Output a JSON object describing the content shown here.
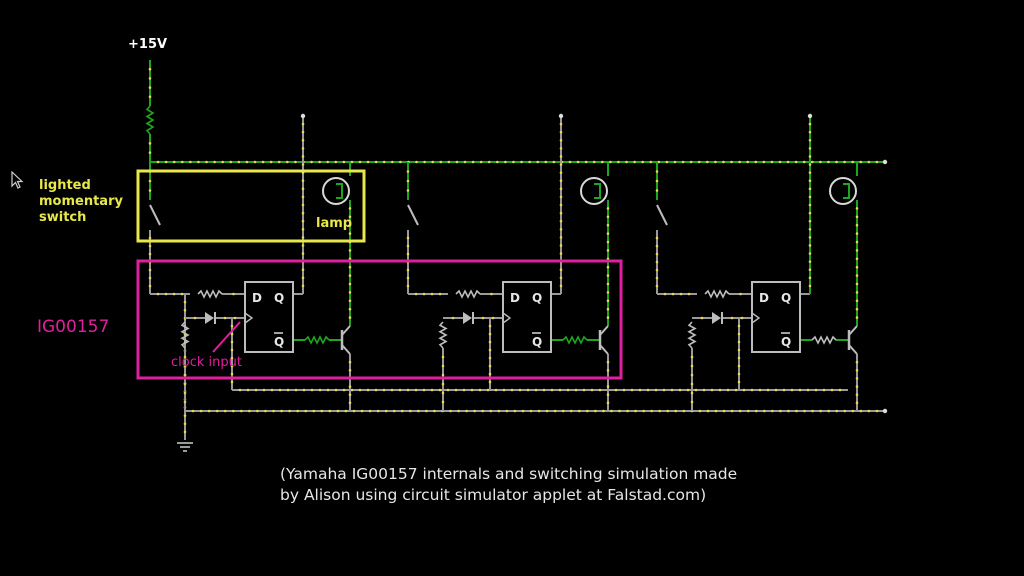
{
  "labels": {
    "supply": "+15V",
    "switch": [
      "lighted",
      "momentary",
      "switch"
    ],
    "lamp": "lamp",
    "chip": "IG00157",
    "clock": "clock input"
  },
  "flipflop": {
    "d": "D",
    "q": "Q",
    "qbar": "Q"
  },
  "caption": [
    "(Yamaha IG00157 internals and switching simulation made",
    "by Alison using circuit simulator applet at Falstad.com)"
  ],
  "colors": {
    "background": "#000000",
    "wire": "#9a9a9a",
    "active_wire": "#1fa61f",
    "current_dot": "#e8d84a",
    "switch_box": "#e8e84a",
    "chip_box": "#e01f9e",
    "component": "#bdbdbd",
    "caption": "#e6e6e6"
  },
  "stages": 3,
  "icons": [
    "pointer-cursor-icon",
    "ground-icon",
    "lamp-icon",
    "resistor-icon",
    "diode-icon",
    "transistor-icon",
    "switch-icon",
    "flip-flop-icon"
  ]
}
